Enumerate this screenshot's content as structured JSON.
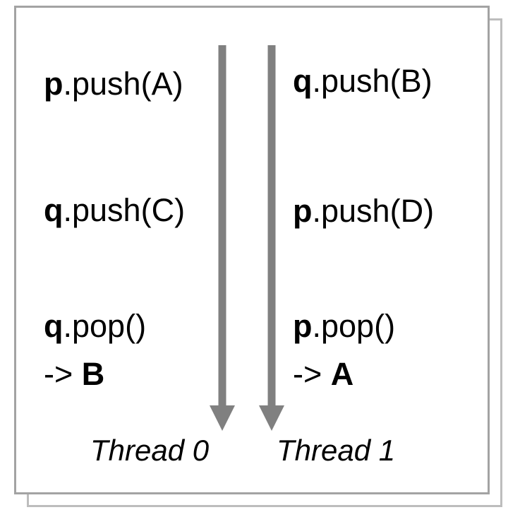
{
  "colors": {
    "card_border": "#a3a3a3",
    "shadow_border": "#bdbdbd",
    "arrow": "#808080",
    "text": "#000000"
  },
  "threads": [
    {
      "label": "Thread 0",
      "ops": [
        {
          "obj": "p",
          "call": ".push(A)"
        },
        {
          "obj": "q",
          "call": ".push(C)"
        },
        {
          "obj": "q",
          "call": ".pop()"
        }
      ],
      "result_prefix": "-> ",
      "result": "B"
    },
    {
      "label": "Thread 1",
      "ops": [
        {
          "obj": "q",
          "call": ".push(B)"
        },
        {
          "obj": "p",
          "call": ".push(D)"
        },
        {
          "obj": "p",
          "call": ".pop()"
        }
      ],
      "result_prefix": "-> ",
      "result": "A"
    }
  ]
}
